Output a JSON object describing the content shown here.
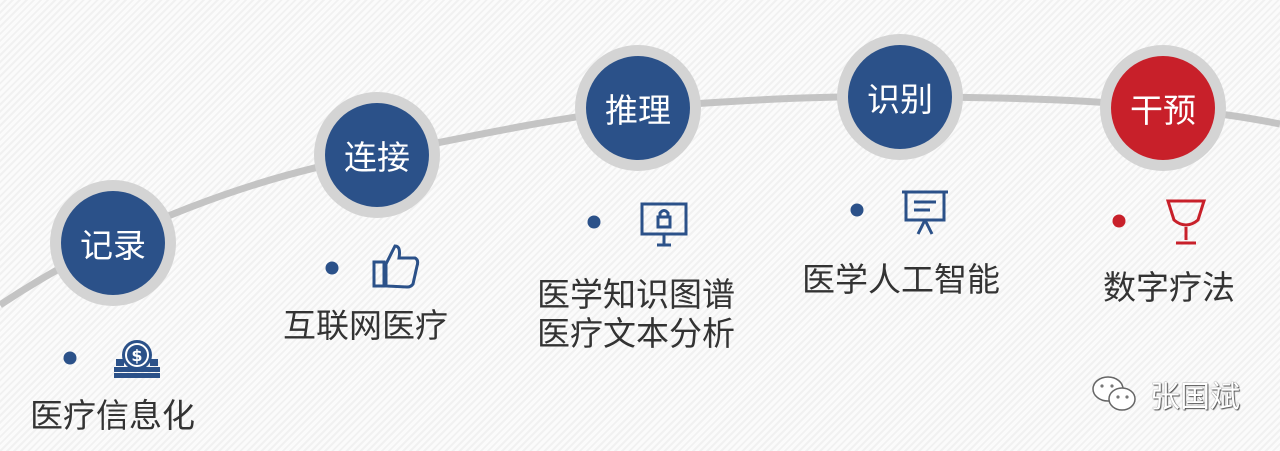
{
  "stages": [
    {
      "title": "记录",
      "items": [
        "医疗信息化"
      ],
      "icon": "coins-dollar-icon",
      "color": "#2b5189"
    },
    {
      "title": "连接",
      "items": [
        "互联网医疗"
      ],
      "icon": "thumbs-up-icon",
      "color": "#2b5189"
    },
    {
      "title": "推理",
      "items": [
        "医学知识图谱",
        "医疗文本分析"
      ],
      "icon": "locked-monitor-icon",
      "color": "#2b5189"
    },
    {
      "title": "识别",
      "items": [
        "医学人工智能"
      ],
      "icon": "presentation-board-icon",
      "color": "#2b5189"
    },
    {
      "title": "干预",
      "items": [
        "数字疗法"
      ],
      "icon": "trophy-icon",
      "color": "#c8202a"
    }
  ],
  "signature": {
    "icon": "wechat-icon",
    "name": "张国斌"
  }
}
